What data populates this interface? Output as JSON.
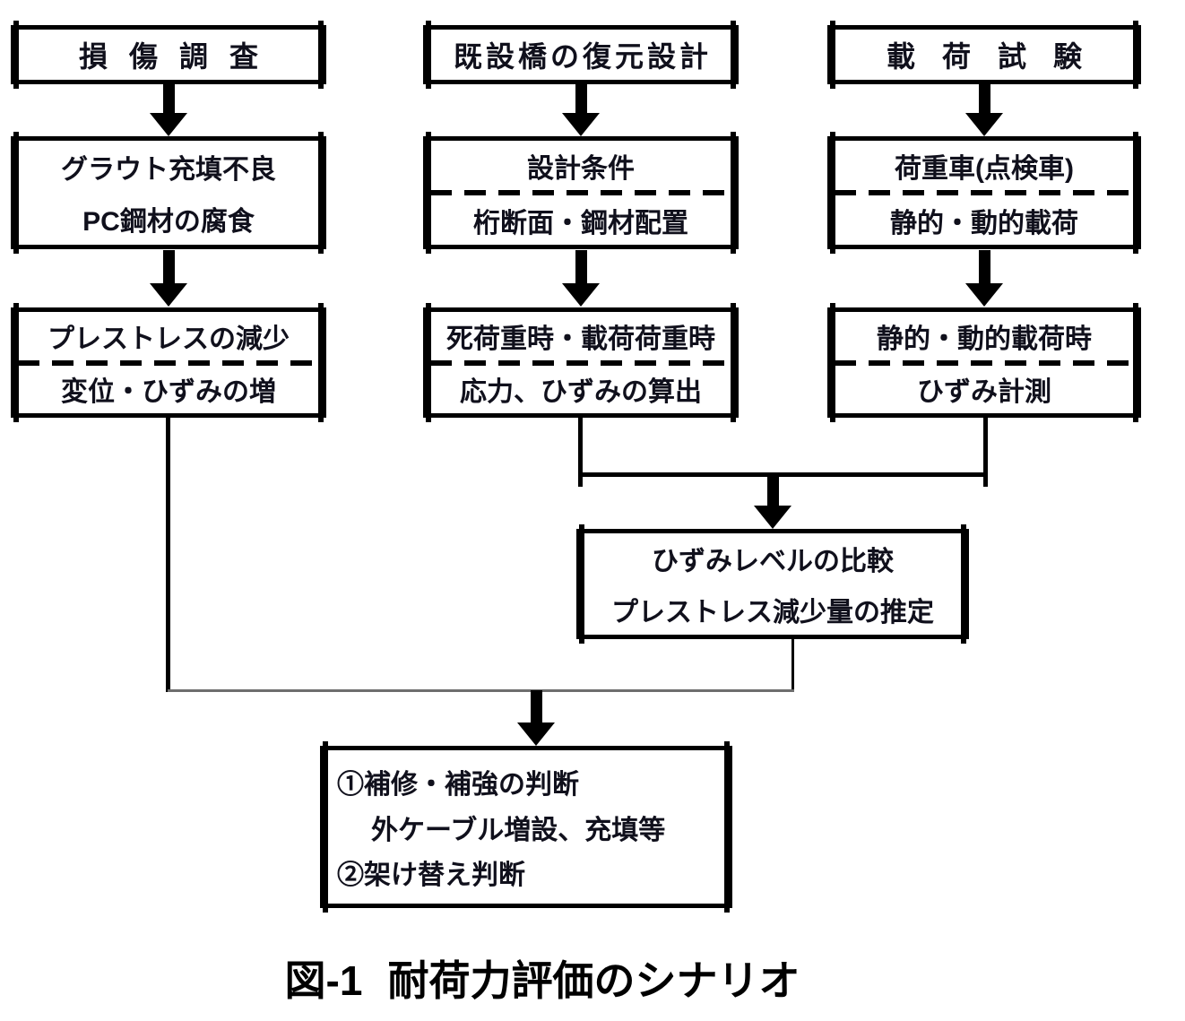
{
  "flow": {
    "columns": [
      {
        "header": "損傷調査",
        "box_a": {
          "line1": "グラウト充填不良",
          "line2": "PC鋼材の腐食"
        },
        "box_b": {
          "top": "プレストレスの減少",
          "bottom": "変位・ひずみの増"
        }
      },
      {
        "header": "既設橋の復元設計",
        "box_a": {
          "top": "設計条件",
          "bottom": "桁断面・鋼材配置"
        },
        "box_b": {
          "top": "死荷重時・載荷荷重時",
          "bottom": "応力、ひずみの算出"
        }
      },
      {
        "header": "載荷試験",
        "box_a": {
          "top": "荷重車(点検車)",
          "bottom": "静的・動的載荷"
        },
        "box_b": {
          "top": "静的・動的載荷時",
          "bottom": "ひずみ計測"
        }
      }
    ],
    "comparison_box": {
      "line1": "ひずみレベルの比較",
      "line2": "プレストレス減少量の推定"
    },
    "decision_box": {
      "item1": "①補修・補強の判断",
      "item1_detail": "外ケーブル増設、充填等",
      "item2": "②架け替え判断"
    },
    "caption": {
      "label": "図-1",
      "title": "耐荷力評価のシナリオ"
    },
    "colors": {
      "line": "#000000",
      "thin_line": "#6e6e6e",
      "text": "#10101c",
      "background": "#ffffff"
    }
  }
}
